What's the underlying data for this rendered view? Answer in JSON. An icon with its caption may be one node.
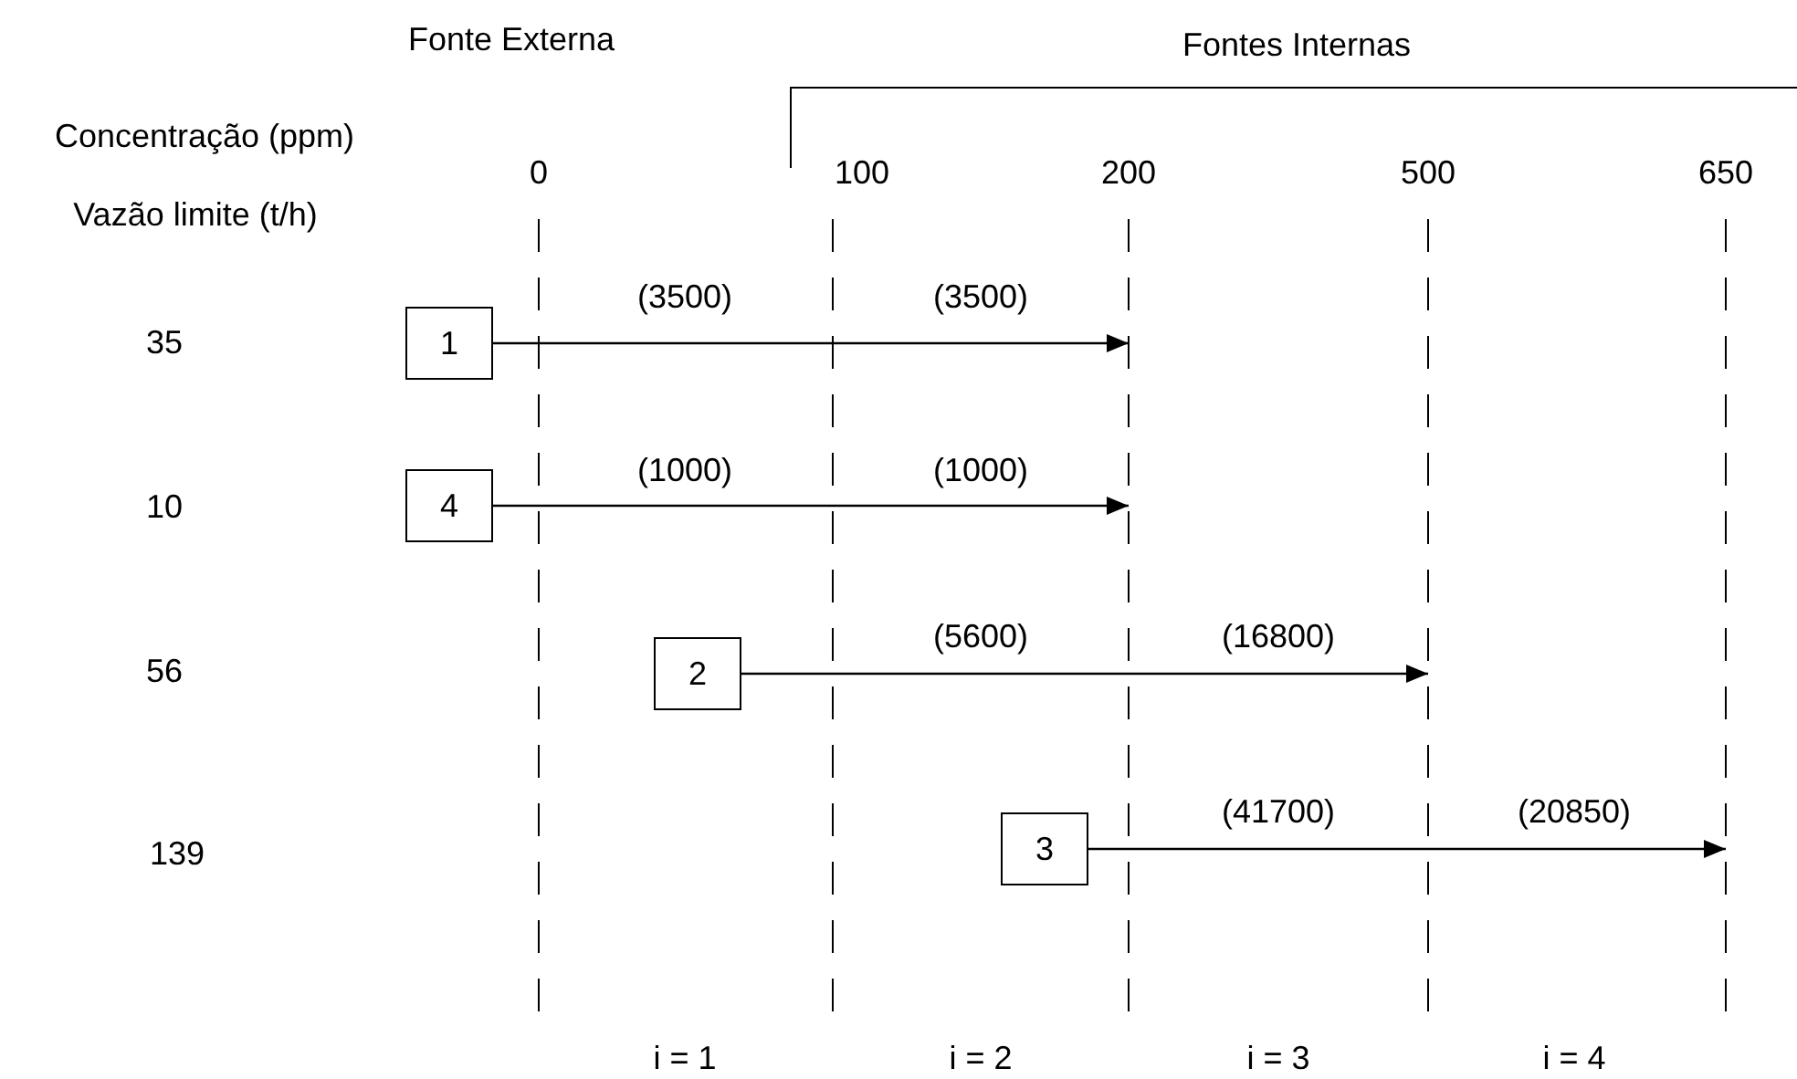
{
  "diagram": {
    "nodes": [
      {
        "text": [
          "1"
        ]
      },
      {
        "text": [
          "4"
        ]
      },
      {
        "text": [
          "2"
        ]
      },
      {
        "text": [
          "3"
        ]
      }
    ],
    "edges": [
      {
        "from": 0,
        "to": null,
        "arrow": "to"
      },
      {
        "from": 1,
        "to": null,
        "arrow": "to"
      },
      {
        "from": 2,
        "to": null,
        "arrow": "to"
      },
      {
        "from": 3,
        "to": null,
        "arrow": "to"
      }
    ],
    "labels": [
      "Fonte Externa",
      "Fontes Internas",
      "Concentração (ppm)",
      "0",
      "100",
      "200",
      "500",
      "650",
      "Vazão limite (t/h)",
      "(3500)",
      "(3500)",
      "35",
      "(1000)",
      "(1000)",
      "10",
      "(5600)",
      "(16800)",
      "56",
      "(41700)",
      "(20850)",
      "139",
      "i = 1",
      "i = 2",
      "i = 3",
      "i = 4"
    ]
  }
}
